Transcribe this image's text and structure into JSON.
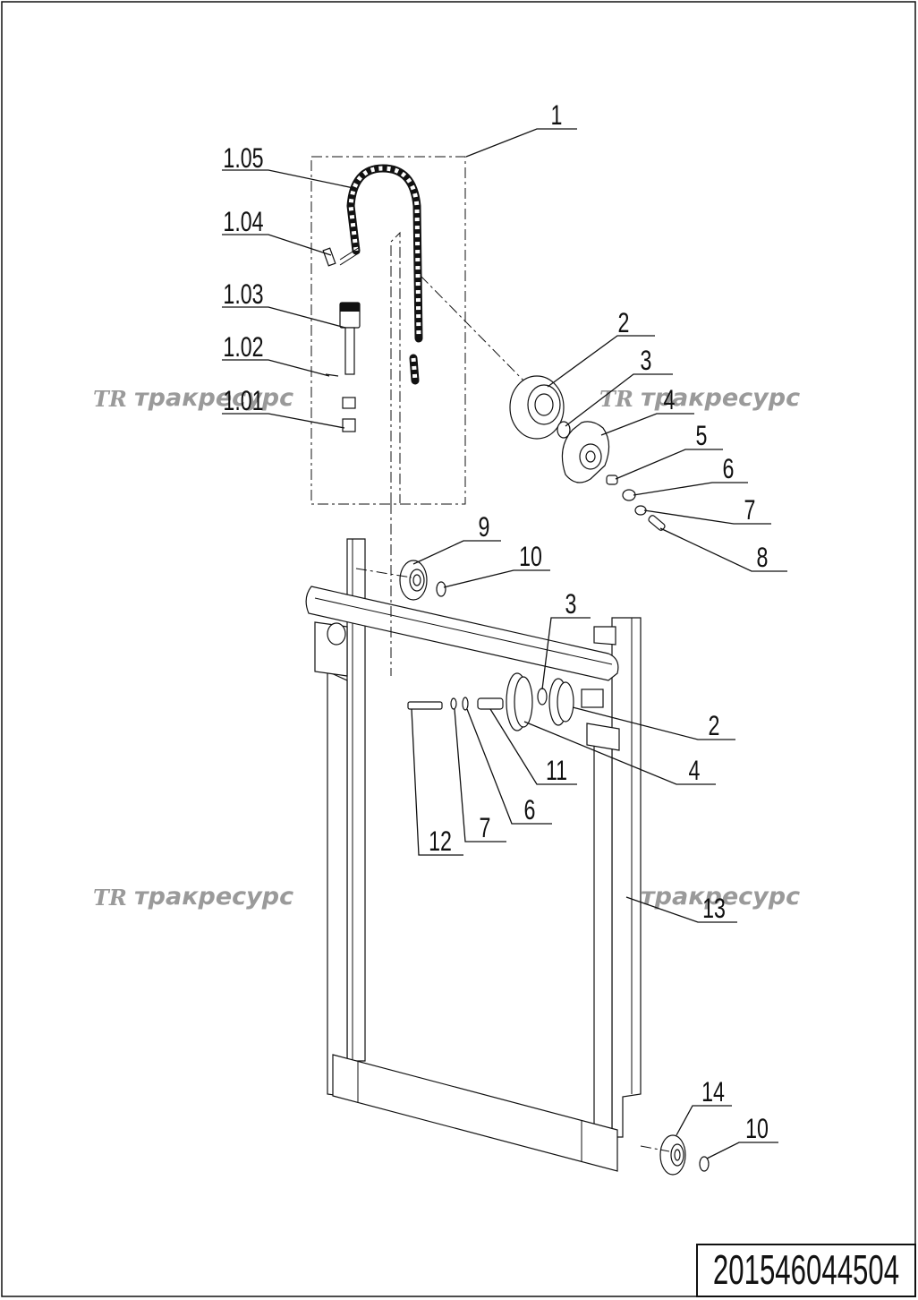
{
  "document_number": "201546044504",
  "watermark": {
    "logo": "TR",
    "text": "тракресурс"
  },
  "callouts": [
    {
      "id": "c-1",
      "label": "1"
    },
    {
      "id": "c-1-05",
      "label": "1.05"
    },
    {
      "id": "c-1-04",
      "label": "1.04"
    },
    {
      "id": "c-1-03",
      "label": "1.03"
    },
    {
      "id": "c-1-02",
      "label": "1.02"
    },
    {
      "id": "c-1-01",
      "label": "1.01"
    },
    {
      "id": "c-2a",
      "label": "2"
    },
    {
      "id": "c-3a",
      "label": "3"
    },
    {
      "id": "c-4a",
      "label": "4"
    },
    {
      "id": "c-5",
      "label": "5"
    },
    {
      "id": "c-6a",
      "label": "6"
    },
    {
      "id": "c-7a",
      "label": "7"
    },
    {
      "id": "c-8",
      "label": "8"
    },
    {
      "id": "c-9",
      "label": "9"
    },
    {
      "id": "c-10a",
      "label": "10"
    },
    {
      "id": "c-3b",
      "label": "3"
    },
    {
      "id": "c-2b",
      "label": "2"
    },
    {
      "id": "c-11",
      "label": "11"
    },
    {
      "id": "c-4b",
      "label": "4"
    },
    {
      "id": "c-6b",
      "label": "6"
    },
    {
      "id": "c-7b",
      "label": "7"
    },
    {
      "id": "c-12",
      "label": "12"
    },
    {
      "id": "c-13",
      "label": "13"
    },
    {
      "id": "c-14",
      "label": "14"
    },
    {
      "id": "c-10b",
      "label": "10"
    }
  ]
}
